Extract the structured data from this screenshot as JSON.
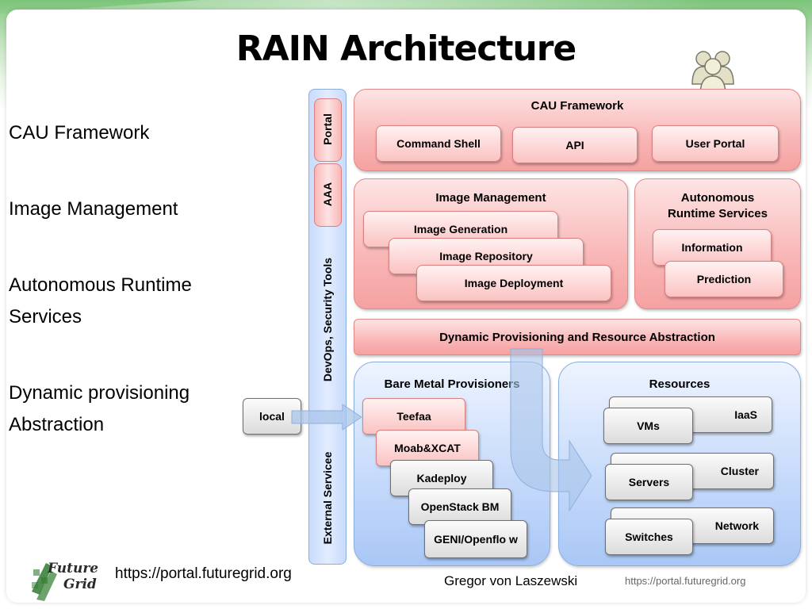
{
  "slide": {
    "title": "RAIN Architecture",
    "bullets": [
      "CAU Framework",
      "Image Management",
      "Autonomous Runtime",
      "Services",
      "Dynamic provisioning",
      "Abstraction"
    ]
  },
  "diagram": {
    "vertical_bar": {
      "portal": "Portal",
      "aaa": "AAA",
      "devops": "DevOps, Security Tools",
      "external": "External Servicee"
    },
    "local": "local",
    "cau": {
      "title": "CAU Framework",
      "items": [
        "Command Shell",
        "API",
        "User Portal"
      ]
    },
    "image_mgmt": {
      "title": "Image Management",
      "items": [
        "Image Generation",
        "Image Repository",
        "Image Deployment"
      ]
    },
    "autonomous": {
      "title_line1": "Autonomous",
      "title_line2": "Runtime Services",
      "items": [
        "Information",
        "Prediction"
      ]
    },
    "dynamic": "Dynamic Provisioning and Resource Abstraction",
    "bare_metal": {
      "title": "Bare Metal Provisioners",
      "items": [
        "Teefaa",
        "Moab&XCAT",
        "Kadeploy",
        "OpenStack BM",
        "GENI/Openflo w"
      ]
    },
    "resources": {
      "title": "Resources",
      "groups": [
        {
          "back": "IaaS",
          "front": "VMs"
        },
        {
          "back": "Cluster",
          "front": "Servers"
        },
        {
          "back": "Network",
          "front": "Switches"
        }
      ]
    }
  },
  "footer": {
    "logo_line1": "Future",
    "logo_line2": "Grid",
    "url_left": "https://portal.futuregrid.org",
    "author": "Gregor von Laszewski",
    "url_right": "https://portal.futuregrid.org"
  },
  "colors": {
    "pink": "#f9b6b6",
    "blue": "#c7dbfb",
    "arrow": "#8fb0dd",
    "background_green": "#7cc47a"
  }
}
